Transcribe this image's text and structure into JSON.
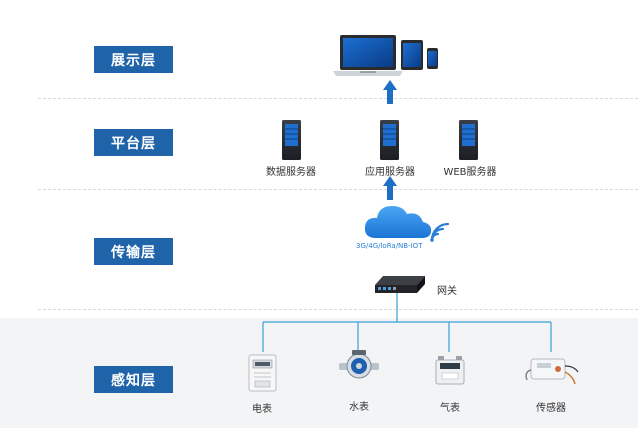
{
  "layers": [
    {
      "label": "展示层"
    },
    {
      "label": "平台层"
    },
    {
      "label": "传输层"
    },
    {
      "label": "感知层"
    }
  ],
  "servers": {
    "data": "数据服务器",
    "app": "应用服务器",
    "web": "WEB服务器"
  },
  "cloud": {
    "protocols": "3G/4G/loRa/NB-IOT"
  },
  "gateway": {
    "label": "网关"
  },
  "devices": {
    "electric": "电表",
    "water": "水表",
    "gas": "气表",
    "sensor": "传感器"
  },
  "colors": {
    "layer_label_bg": "#1f63a8",
    "arrow": "#1e6fc4",
    "line": "#3aa1d6",
    "cloud": "#2e8de6"
  }
}
